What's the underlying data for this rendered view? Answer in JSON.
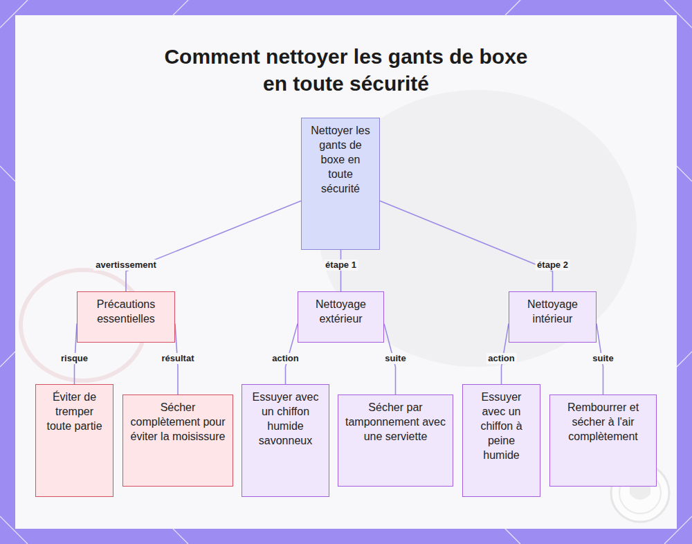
{
  "diagram": {
    "title": "Comment nettoyer les gants de boxe en toute sécurité",
    "nodes": [
      {
        "text": [
          "Nettoyer les gants de boxe en toute sécurité"
        ]
      },
      {
        "text": [
          "Précautions essentielles"
        ]
      },
      {
        "text": [
          "Nettoyage extérieur"
        ]
      },
      {
        "text": [
          "Nettoyage intérieur"
        ]
      },
      {
        "text": [
          "Éviter de tremper toute partie"
        ]
      },
      {
        "text": [
          "Sécher complètement pour éviter la moisissure"
        ]
      },
      {
        "text": [
          "Essuyer avec un chiffon humide savonneux"
        ]
      },
      {
        "text": [
          "Sécher par tamponnement avec une serviette"
        ]
      },
      {
        "text": [
          "Essuyer avec un chiffon à peine humide"
        ]
      },
      {
        "text": [
          "Rembourrer et sécher à l'air complètement"
        ]
      }
    ],
    "edges": [
      {
        "from": 0,
        "to": 1,
        "label": "avertissement",
        "arrow": "none"
      },
      {
        "from": 0,
        "to": 2,
        "label": "étape 1",
        "arrow": "none"
      },
      {
        "from": 0,
        "to": 3,
        "label": "étape 2",
        "arrow": "none"
      },
      {
        "from": 1,
        "to": 4,
        "label": "risque",
        "arrow": "none"
      },
      {
        "from": 1,
        "to": 5,
        "label": "résultat",
        "arrow": "none"
      },
      {
        "from": 2,
        "to": 6,
        "label": "action",
        "arrow": "none"
      },
      {
        "from": 2,
        "to": 7,
        "label": "suite",
        "arrow": "none"
      },
      {
        "from": 3,
        "to": 8,
        "label": "action",
        "arrow": "none"
      },
      {
        "from": 3,
        "to": 9,
        "label": "suite",
        "arrow": "none"
      }
    ]
  }
}
